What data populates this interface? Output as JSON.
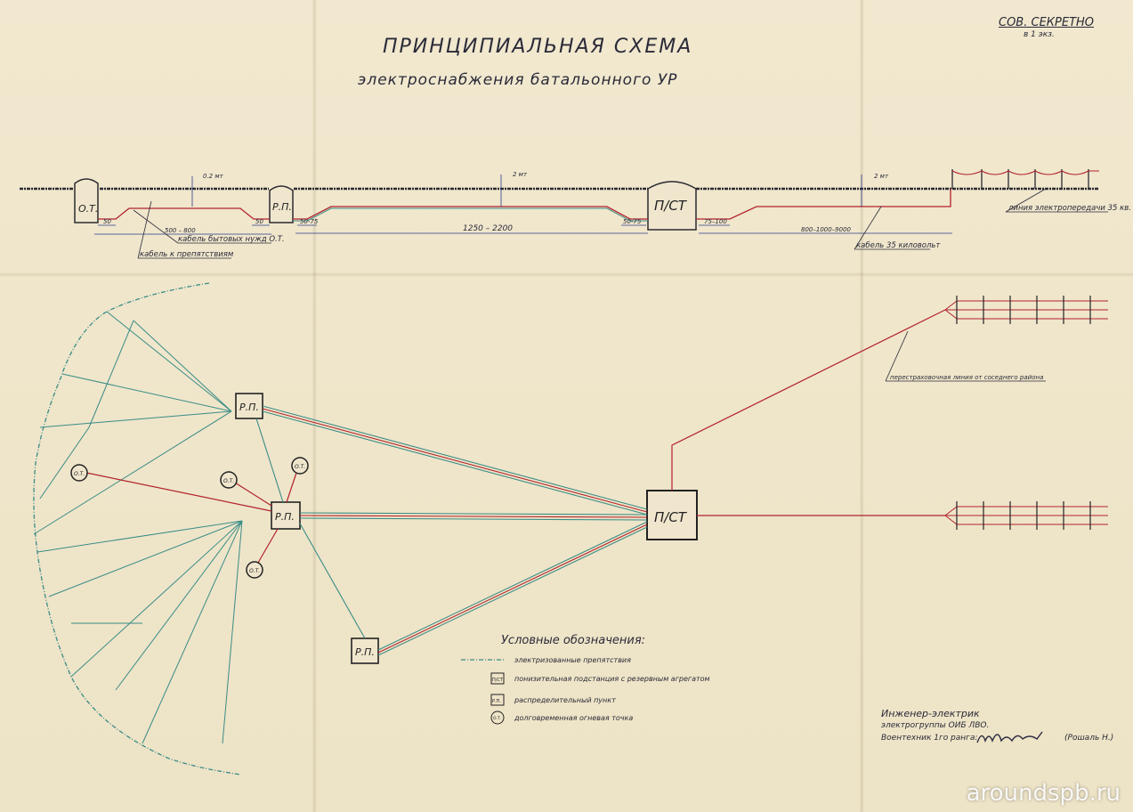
{
  "header": {
    "title": "ПРИНЦИПИАЛЬНАЯ СХЕМА",
    "subtitle": "электроснабжения батальонного УР",
    "classification": "СОВ. СЕКРЕТНО",
    "copies": "в 1 экз."
  },
  "profile": {
    "nodes": {
      "ot": "О.Т.",
      "rp": "Р.П.",
      "pst": "П/СТ"
    },
    "depth_1": "0.2 мт",
    "depth_2": "2 мт",
    "depth_3": "2 мт",
    "dims": [
      "50",
      "500 – 800",
      "50",
      "50-75",
      "1250 – 2200",
      "50-75",
      "75–100",
      "800–1000–9000"
    ],
    "cable_1": "кабель бытовых нужд О.Т.",
    "cable_2": "кабель к препятствиям",
    "cable_3": "кабель 35 киловольт",
    "power_line": "линия электропередачи 35 кв."
  },
  "plan": {
    "rp_top": "Р.П.",
    "rp_center": "Р.П.",
    "rp_bottom": "Р.П.",
    "pst": "П/СТ",
    "ot_labels": [
      "О.Т.",
      "О.Т.",
      "О.Т.",
      "О.Т."
    ],
    "reserve_line": "перестраховочная линия от соседнего района"
  },
  "legend": {
    "title": "Условные обозначения:",
    "items": [
      {
        "symbol": "",
        "text": "электризованные препятствия"
      },
      {
        "symbol": "П/СТ",
        "text": "понизительная подстанция с резервным агрегатом"
      },
      {
        "symbol": "Р.П.",
        "text": "распределительный пункт"
      },
      {
        "symbol": "О.Т.",
        "text": "долговременная огневая точка"
      }
    ]
  },
  "signature": {
    "line1": "Инженер-электрик",
    "line2": "электрогруппы ОИБ ЛВО.",
    "line3": "Воентехник 1го ранга:",
    "name": "(Рошаль Н.)"
  },
  "watermark": "aroundspb.ru",
  "colors": {
    "paper": "#efe6cd",
    "ink": "#2a2a38",
    "red_line": "#b3222c",
    "teal_line": "#3a8c86",
    "blue_dim": "#2b3a8a"
  }
}
